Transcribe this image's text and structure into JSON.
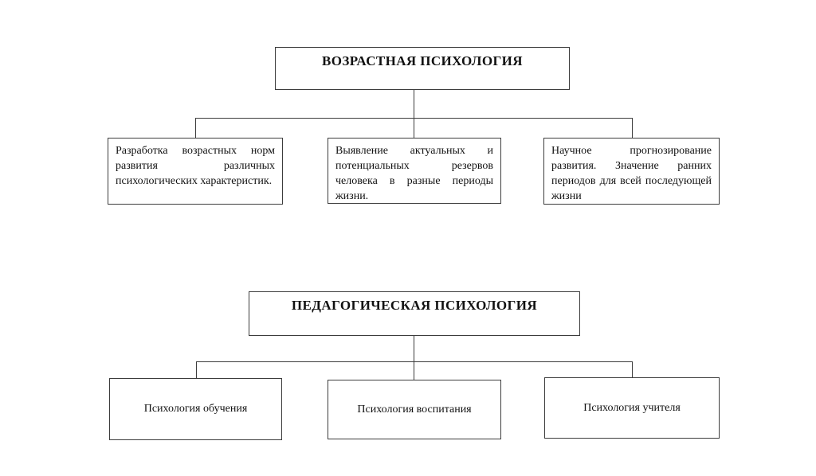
{
  "diagram": {
    "tree_age": {
      "title": "ВОЗРАСТНАЯ ПСИХОЛОГИЯ",
      "tasks": [
        "Разработка возрастных норм развития различных психологических характеристик.",
        "Выявление актуальных и потенциальных резервов человека в разные периоды жизни.",
        "Научное прогнозирование развития. Значение ранних периодов для всей последующей жизни"
      ]
    },
    "tree_pedagogy": {
      "title": "ПЕДАГОГИЧЕСКАЯ ПСИХОЛОГИЯ",
      "branches": [
        "Психология обучения",
        "Психология воспитания",
        "Психология учителя"
      ]
    },
    "colors": {
      "border": "#3c3c3c",
      "line": "#3c3c3c",
      "text": "#111111",
      "background": "#ffffff"
    }
  }
}
